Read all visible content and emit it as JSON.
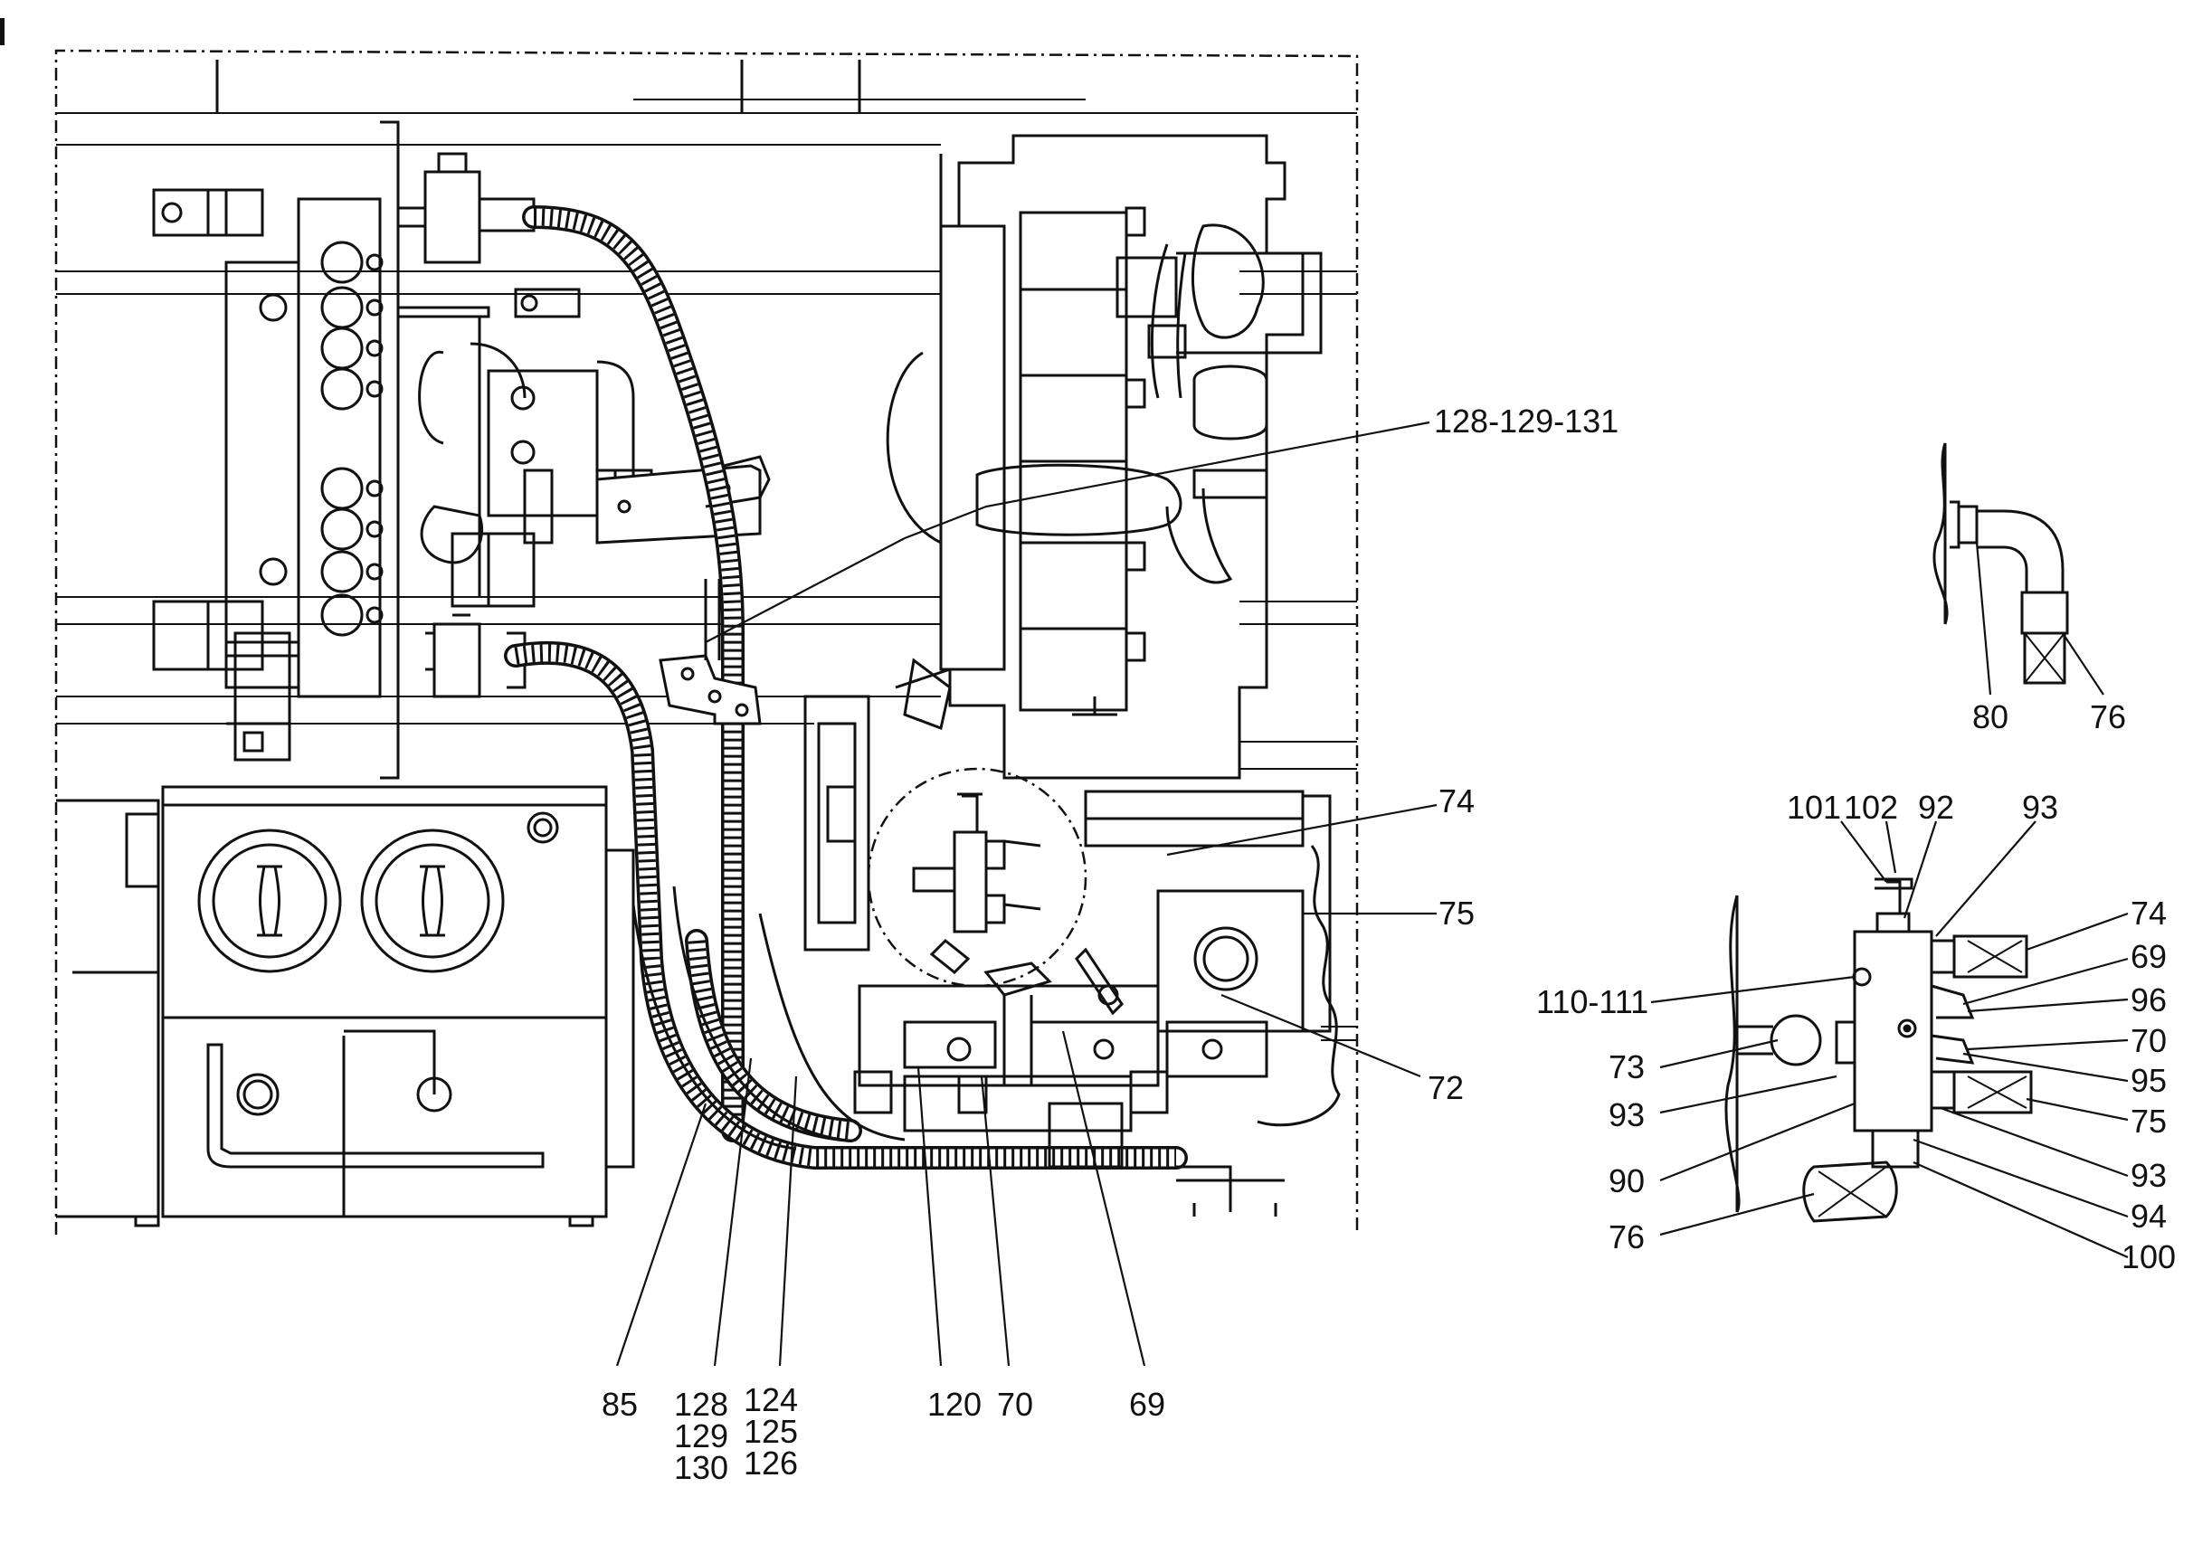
{
  "labels": {
    "l128_129_131": "128-129-131",
    "l74_main": "74",
    "l75_main": "75",
    "l72_main": "72",
    "l85": "85",
    "l128": "128",
    "l129": "129",
    "l130": "130",
    "l124": "124",
    "l125": "125",
    "l126": "126",
    "l120": "120",
    "l70_bottom": "70",
    "l69_bottom": "69",
    "l80": "80",
    "l76_top": "76",
    "l101": "101",
    "l102": "102",
    "l92": "92",
    "l93_top": "93",
    "l74_det": "74",
    "l69_det": "69",
    "l96": "96",
    "l70_det": "70",
    "l95": "95",
    "l75_det": "75",
    "l93_right": "93",
    "l94": "94",
    "l100": "100",
    "l110_111": "110-111",
    "l73": "73",
    "l93_left": "93",
    "l90": "90",
    "l76_det": "76"
  }
}
